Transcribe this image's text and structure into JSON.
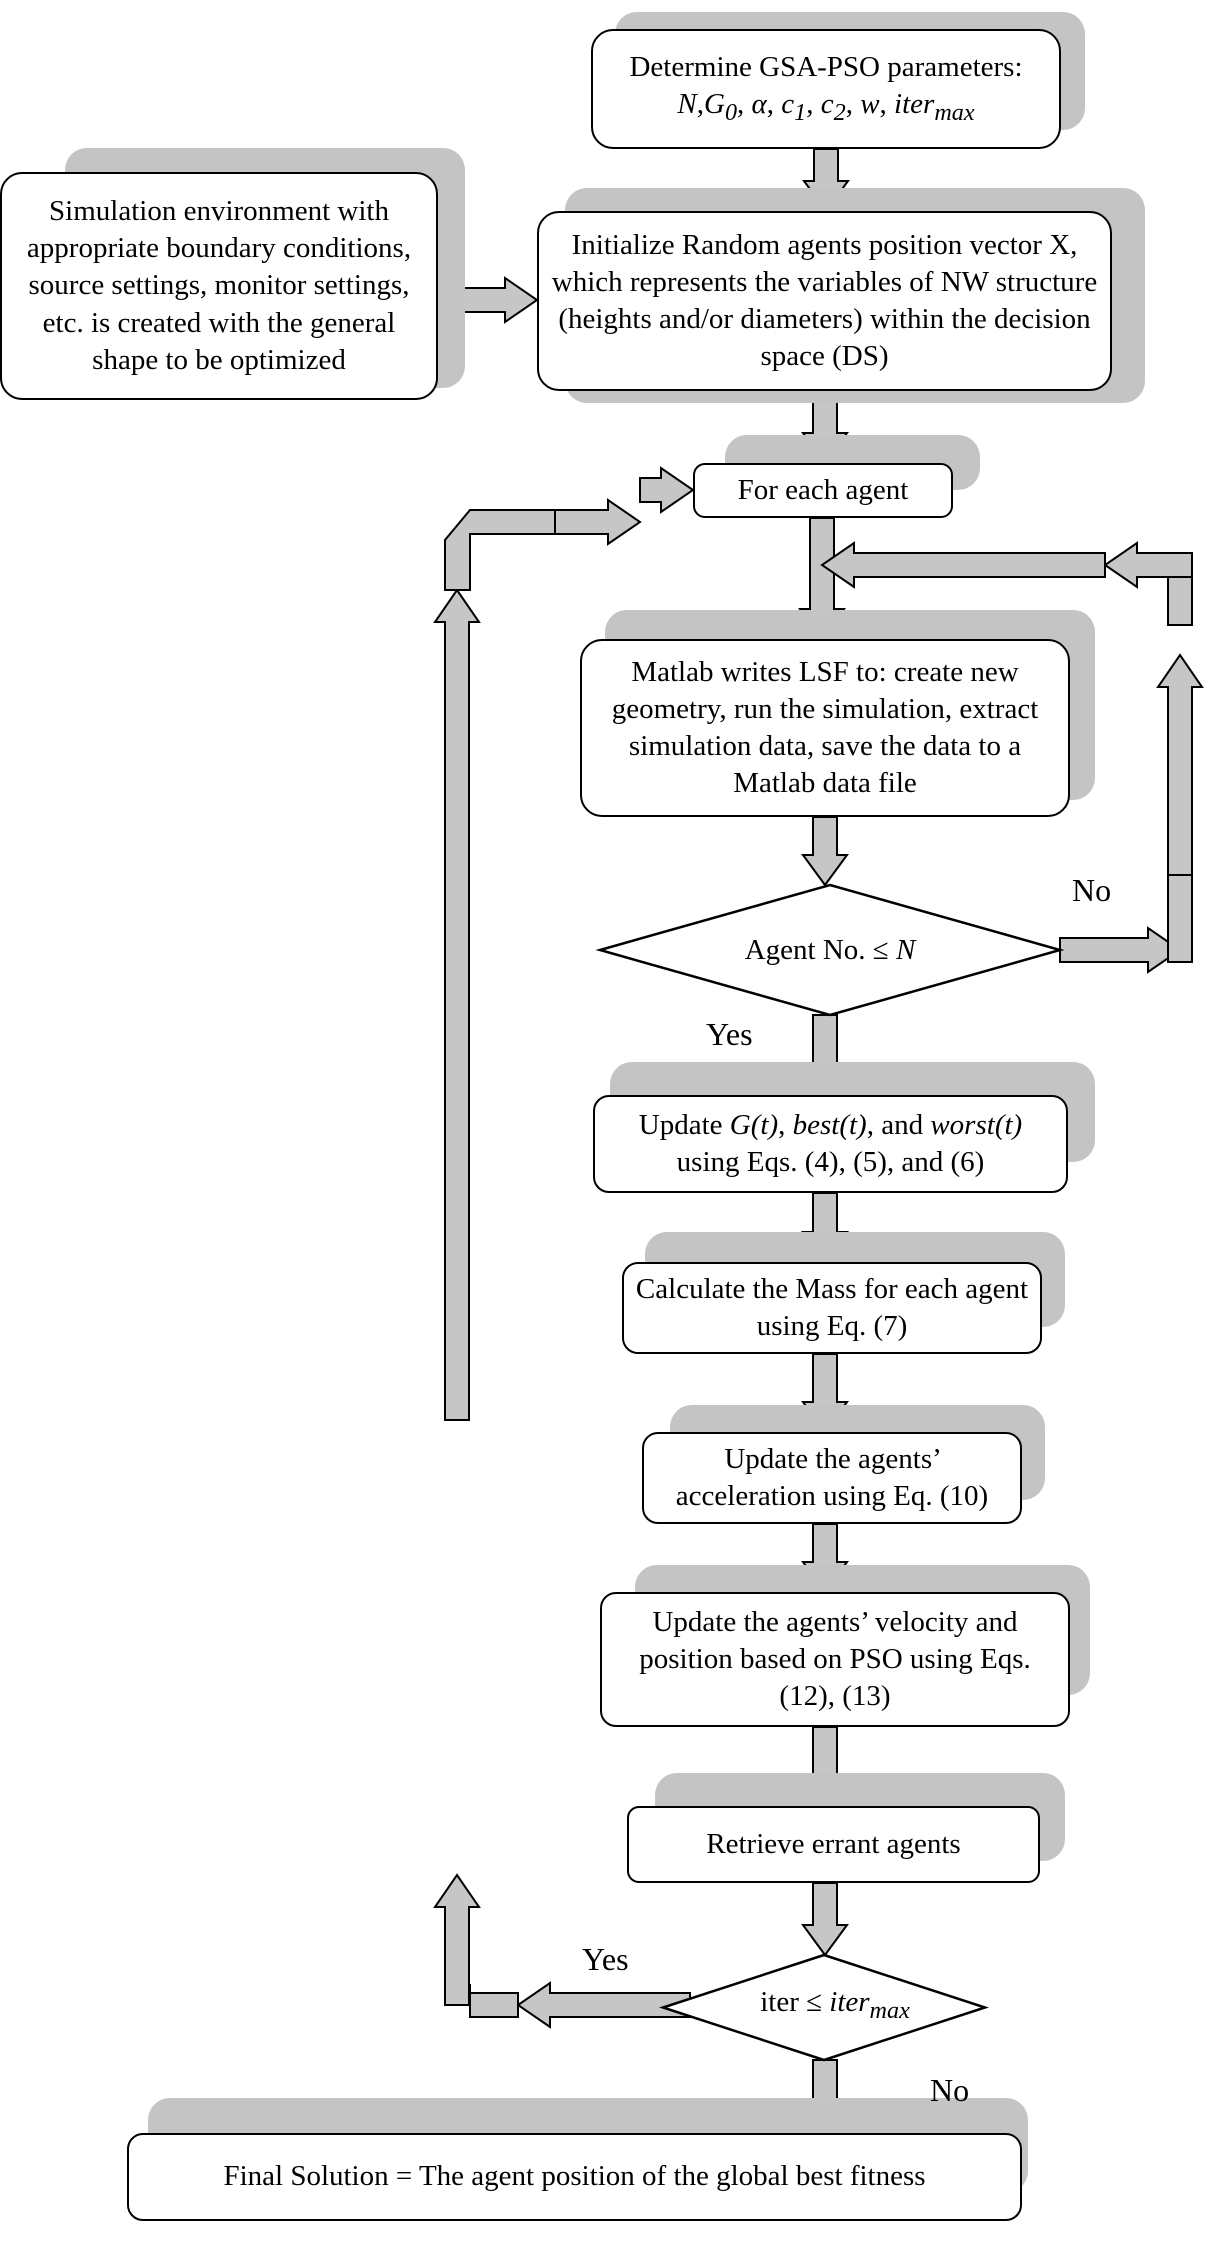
{
  "colors": {
    "arrow_fill": "#c6c6c6",
    "shadow": "#c4c4c4",
    "outline": "#000000"
  },
  "params": {
    "title": "Determine GSA-PSO parameters:",
    "symbols": {
      "n": "N",
      "g": "G",
      "g_sub": "0",
      "alpha": "α",
      "c": "c",
      "c1_sub": "1",
      "c2_sub": "2",
      "w": "w",
      "iter": "iter",
      "max_sub": "max"
    }
  },
  "sim_env": {
    "lines": [
      "Simulation environment with",
      "appropriate boundary conditions,",
      "source settings, monitor settings,",
      "etc. is created with the general",
      "shape to be optimized"
    ]
  },
  "init": {
    "lines": [
      "Initialize Random agents position vector X,",
      "which represents the variables of NW",
      "structure (heights and/or diameters) within",
      "the decision space (DS)"
    ]
  },
  "for_each": {
    "label": "For each agent"
  },
  "matlab": {
    "lines": [
      "Matlab writes LSF to: create new",
      "geometry, run the simulation, extract",
      "simulation data, save the data to a",
      "Matlab data file"
    ]
  },
  "agent_check": {
    "label": "Agent No. ≤ ",
    "var": "N"
  },
  "update_g": {
    "prefix": "Update ",
    "g": "G(t)",
    "sep1": ", ",
    "best": "best(t)",
    "sep2": ", and ",
    "worst": "worst(t)",
    "line2": "using Eqs. (4), (5), and (6)"
  },
  "mass": {
    "lines": [
      "Calculate the Mass for each",
      "agent using Eq. (7)"
    ]
  },
  "accel": {
    "lines": [
      "Update the agents’",
      "acceleration using Eq. (10)"
    ]
  },
  "velocity": {
    "lines": [
      "Update the agents’ velocity and",
      "position based on PSO using Eqs.",
      "(12), (13)"
    ]
  },
  "retrieve": {
    "label": "Retrieve errant agents"
  },
  "iter_check": {
    "label": "iter ≤ ",
    "var": "iter",
    "sub": "max"
  },
  "final": {
    "label": "Final Solution = The agent position of the global best fitness"
  },
  "edge_labels": {
    "no_agent": "No",
    "yes_agent": "Yes",
    "yes_iter": "Yes",
    "no_iter": "No"
  }
}
